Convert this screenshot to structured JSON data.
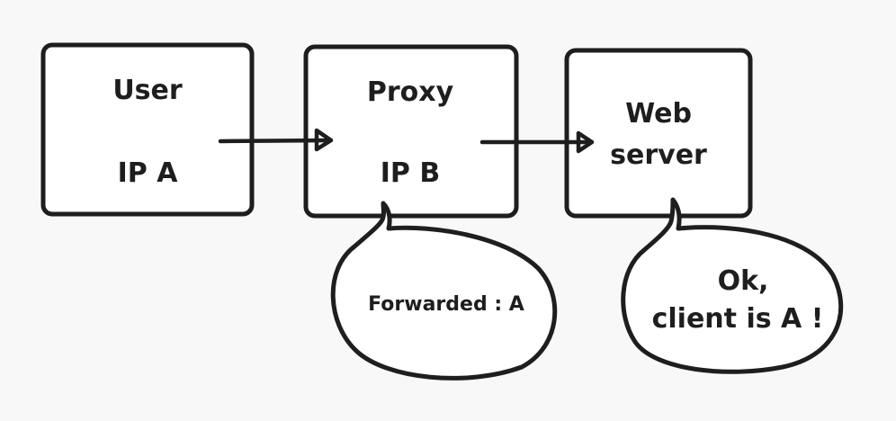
{
  "nodes": {
    "user": {
      "name": "User",
      "ip": "IP A"
    },
    "proxy": {
      "name": "Proxy",
      "ip": "IP B"
    },
    "web_server": {
      "name_line1": "Web",
      "name_line2": "server"
    }
  },
  "bubbles": {
    "proxy_header": {
      "text": "Forwarded : A"
    },
    "server_thought": {
      "line1": "Ok,",
      "line2": "client is A !"
    }
  },
  "colors": {
    "stroke": "#1e1e1e",
    "background": "#f8f8f8",
    "box_fill": "#ffffff"
  }
}
